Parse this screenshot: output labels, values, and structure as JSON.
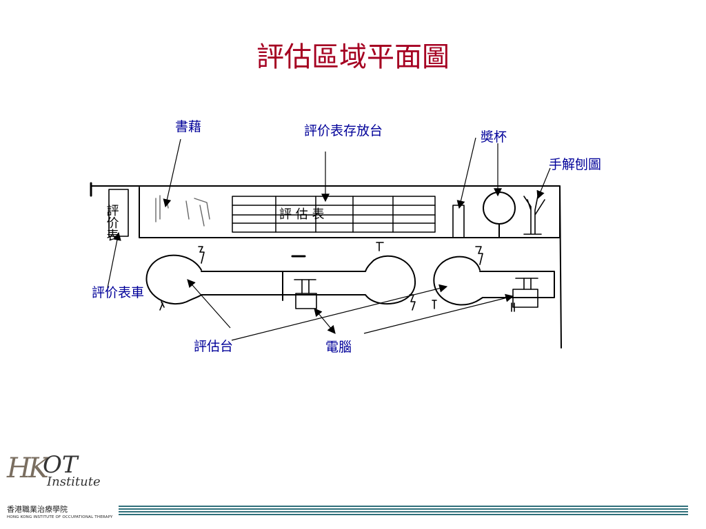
{
  "title": "評估區域平面圖",
  "callouts": {
    "books": "書藉",
    "form_stand": "評价表存放台",
    "trophy": "奬杯",
    "hand_diagram": "手解刨圖",
    "form_cart": "評价表車",
    "assessment_desk": "評估台",
    "computer": "電腦"
  },
  "sketch_labels": {
    "shelf_text": "評 估 表",
    "cart_text": "評价表"
  },
  "logo": {
    "hk": "HK",
    "ot": "OT",
    "institute": "Institute",
    "chinese_name": "香港職業治療學院",
    "english_name": "HONG KONG INSTITUTE OF OCCUPATIONAL THERAPY"
  },
  "colors": {
    "title": "#a50021",
    "callout_text": "#000099",
    "footer_stripes": "#2f6f7a"
  }
}
